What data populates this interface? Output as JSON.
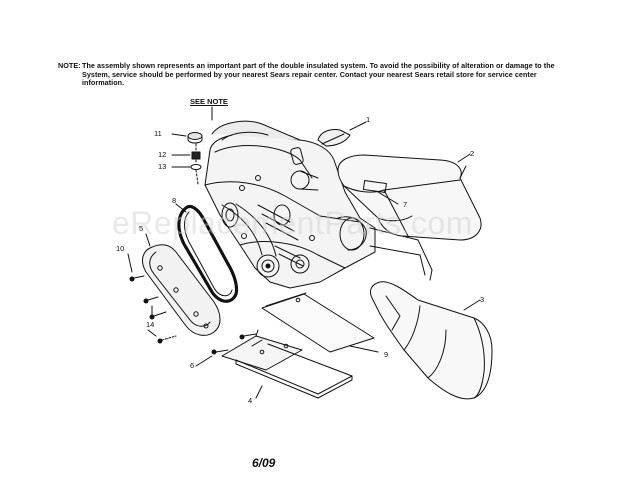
{
  "note": {
    "heading": "NOTE:",
    "line1": "The assembly shown represents an important part of the double insulated system. To avoid the possibility of alteration or damage to the",
    "line2": "System, service should be performed by your nearest Sears repair center. Contact your nearest Sears retail store for service center",
    "line3": "information."
  },
  "see_note": "SEE NOTE",
  "callouts": {
    "p1": "1",
    "p2": "2",
    "p3": "3",
    "p4": "4",
    "p5": "5",
    "p6": "6",
    "p7": "7",
    "p8": "8",
    "p9": "9",
    "p10": "10",
    "p11": "11",
    "p12": "12",
    "p13": "13",
    "p14": "14"
  },
  "date": "6/09",
  "watermark": "eReplacementParts.com"
}
